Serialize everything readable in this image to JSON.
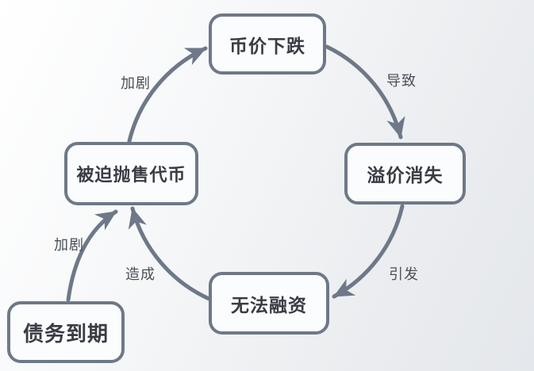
{
  "diagram": {
    "nodes": [
      {
        "id": "price-drop",
        "label": "币价下跌"
      },
      {
        "id": "premium-vanish",
        "label": "溢价消失"
      },
      {
        "id": "cannot-finance",
        "label": "无法融资"
      },
      {
        "id": "forced-sell-tokens",
        "label": "被迫抛售代币"
      },
      {
        "id": "debt-due",
        "label": "债务到期"
      }
    ],
    "edges": [
      {
        "from": "price-drop",
        "to": "premium-vanish",
        "label": "导致"
      },
      {
        "from": "premium-vanish",
        "to": "cannot-finance",
        "label": "引发"
      },
      {
        "from": "cannot-finance",
        "to": "forced-sell-tokens",
        "label": "造成"
      },
      {
        "from": "forced-sell-tokens",
        "to": "price-drop",
        "label": "加剧"
      },
      {
        "from": "debt-due",
        "to": "forced-sell-tokens",
        "label": "加剧"
      }
    ],
    "colors": {
      "stroke": "#6e7888",
      "node_fill": "#fbfcfd",
      "node_text": "#383c43",
      "label_text": "#4a5058",
      "background_start": "#ffffff",
      "background_end": "#e4e7eb"
    }
  }
}
